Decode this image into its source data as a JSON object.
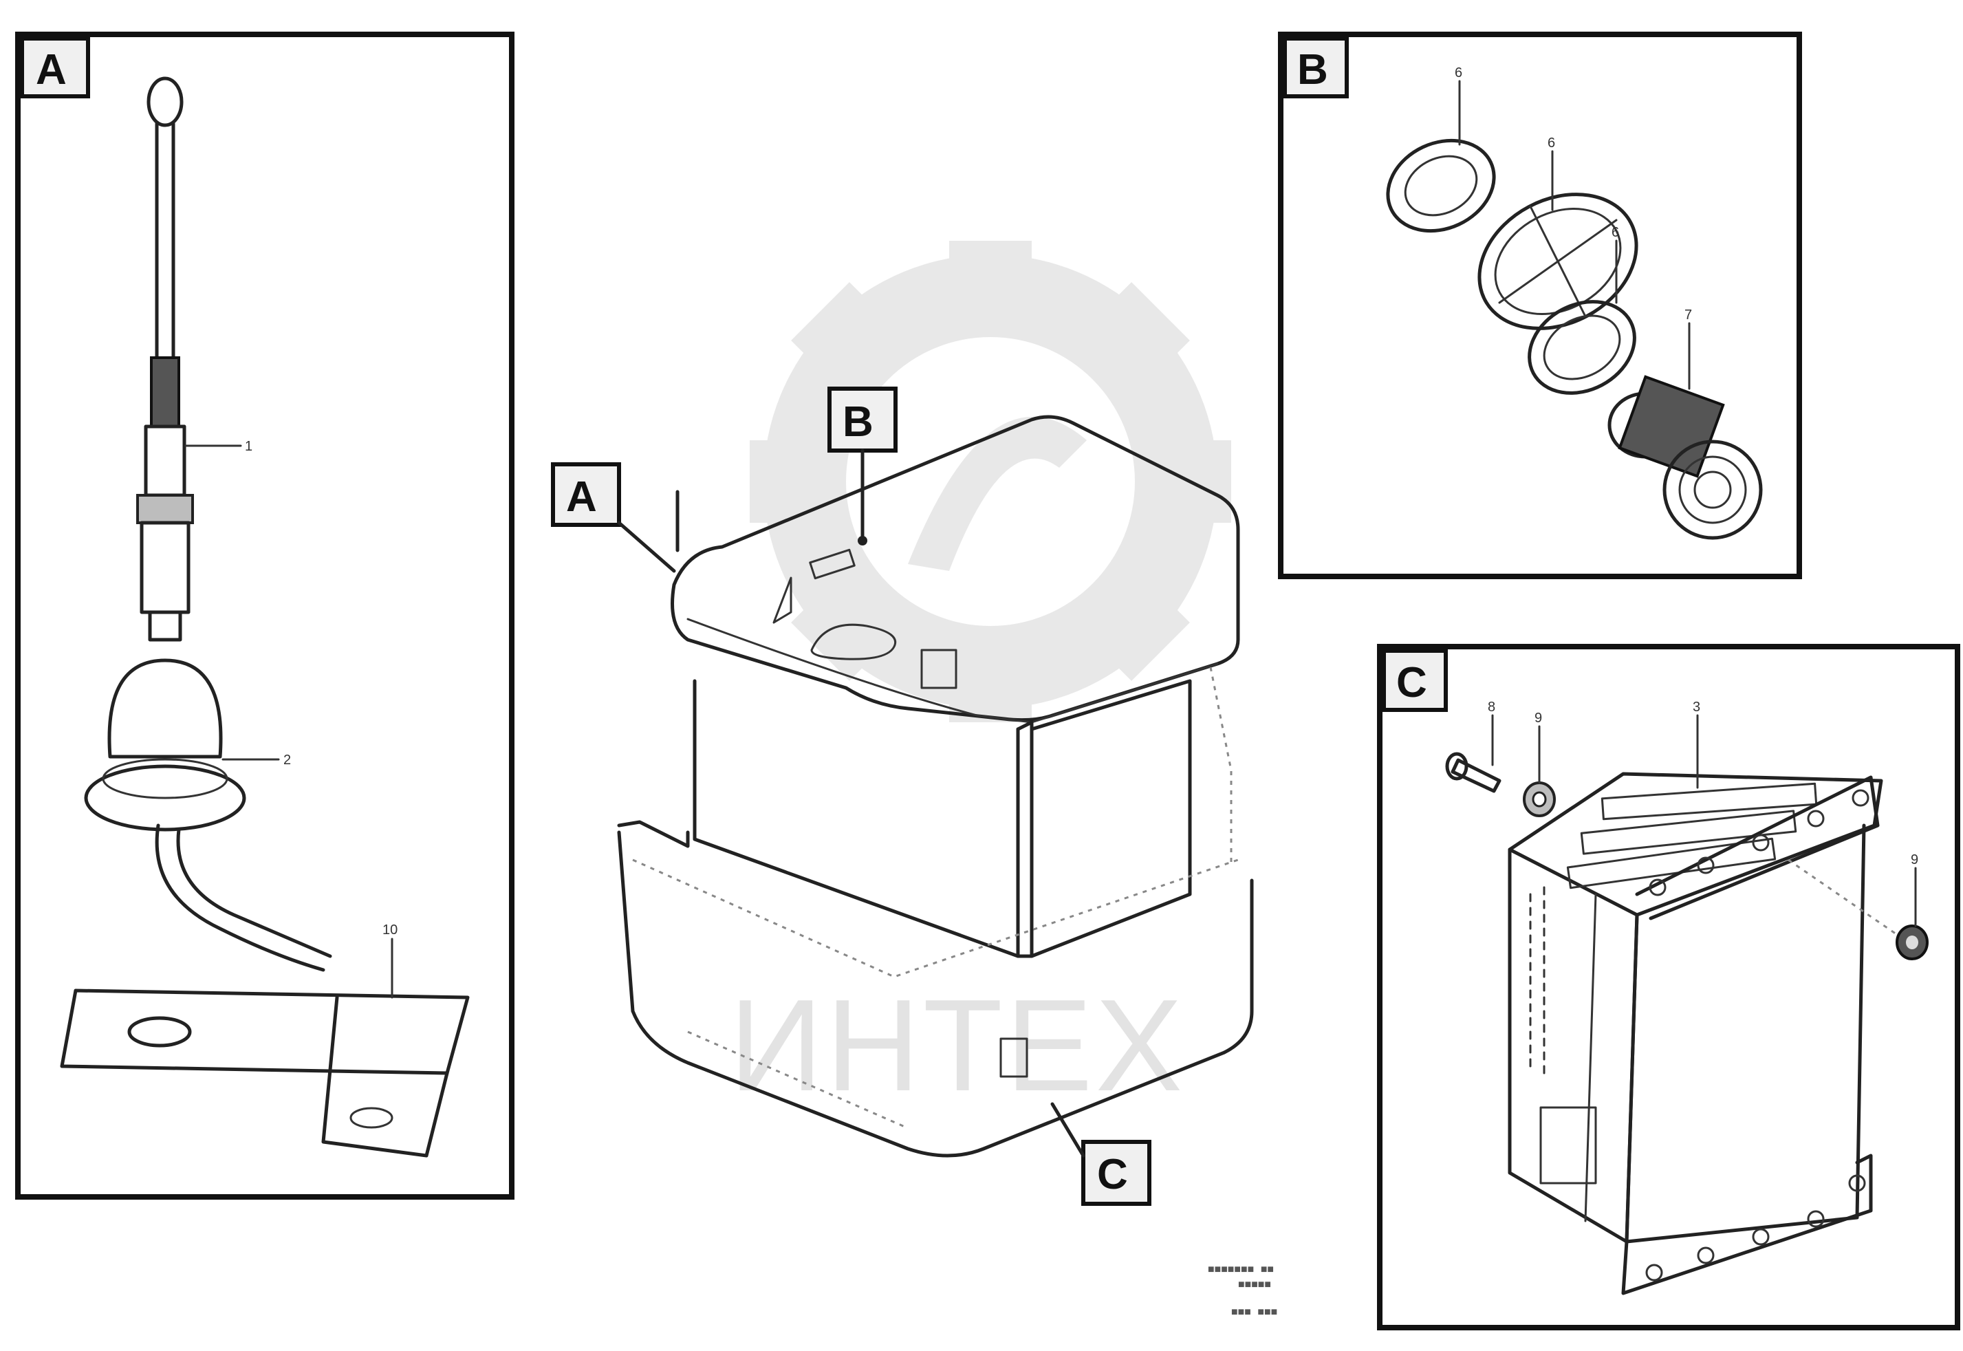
{
  "panels": {
    "A": {
      "label": "A"
    },
    "B": {
      "label": "B"
    },
    "C": {
      "label": "C"
    }
  },
  "overview_callouts": {
    "A": "A",
    "B": "B",
    "C": "C"
  },
  "part_numbers": {
    "a1": "1",
    "a2": "2",
    "a10": "10",
    "b_left": "6",
    "b_mid": "6",
    "b_inner": "6",
    "b_right": "7",
    "c_bolt": "8",
    "c_washer": "9",
    "c_unit": "3",
    "c_nut": "9"
  },
  "watermark": {
    "text": "ИНТЕХ"
  },
  "drawing_code": {
    "line1": "■■■■■■■ ■■",
    "line2": "■■■■■",
    "line3": "■■■ ■■■"
  }
}
